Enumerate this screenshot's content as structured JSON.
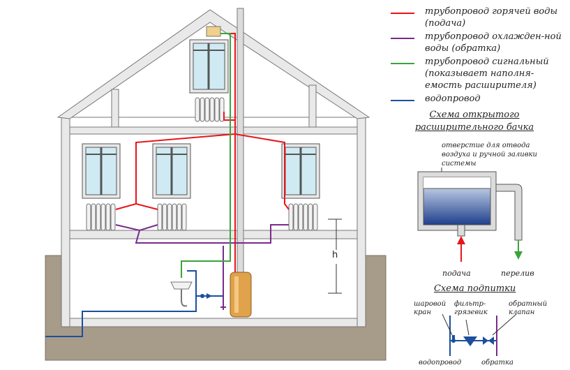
{
  "legend": {
    "hot": "трубопровод горячей воды (подача)",
    "cold": "трубопровод охлажден-ной воды (обратка)",
    "signal": "трубопровод сигнальный (показывает наполня-емость расширителя)",
    "water": "водопровод"
  },
  "colors": {
    "hot": "#e8141b",
    "cold": "#7a2a8c",
    "signal": "#3aa33a",
    "water": "#1c4f9c",
    "ground": "#a79b89",
    "wall": "#e9e9e9",
    "boiler": "#e0a24a",
    "window": "#cfeaf2"
  },
  "house": {
    "height_mark": "h"
  },
  "tank_scheme": {
    "title": "Схема открытого расширительного бачка",
    "opening_note": "отверстие для отвода воздуха и ручной заливки системы",
    "supply": "подача",
    "overflow": "перелив"
  },
  "feed_scheme": {
    "title": "Схема подпитки",
    "ball_valve": "шаровой кран",
    "filter": "фильтр-грязевик",
    "check_valve": "обратный клапан",
    "water_main": "водопровод",
    "return": "обратка"
  }
}
